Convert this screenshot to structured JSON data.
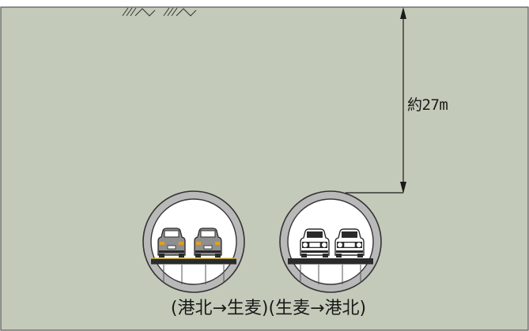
{
  "diagram": {
    "depth_label": "約27m",
    "caption": "(港北→生麦)(生麦→港北)",
    "colors": {
      "ground": "#c4cab9",
      "ground_border": "#555555",
      "tunnel_lining": "#b9b9b9",
      "tunnel_inner": "#ffffff",
      "road_deck": "#2a2a2a",
      "road_marking": "#e8c83a",
      "car_left_tunnel": "#8f8f8f",
      "car_right_tunnel": "#ffffff"
    },
    "tunnels": [
      {
        "id": "left",
        "car_direction": "rear"
      },
      {
        "id": "right",
        "car_direction": "front"
      }
    ],
    "icons": [
      "grass-symbol-icon",
      "grass-symbol-icon"
    ]
  }
}
